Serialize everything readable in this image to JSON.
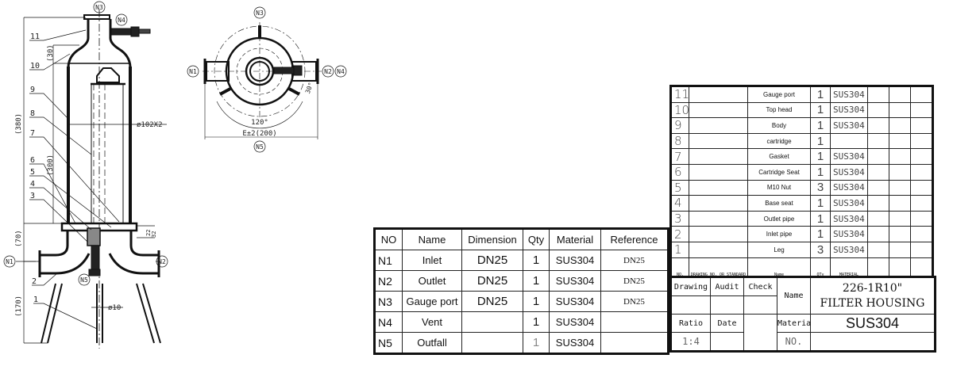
{
  "front_view": {
    "nozzle_labels": {
      "n1": "N1",
      "n2": "N2",
      "n3": "N3",
      "n4": "N4",
      "n5": "N5"
    },
    "part_callouts": [
      "1",
      "2",
      "3",
      "4",
      "5",
      "6",
      "7",
      "8",
      "9",
      "10",
      "11"
    ],
    "dimensions": {
      "overall": "(380)",
      "head": "(30)",
      "body": "(300)",
      "base": "(70)",
      "legs": "(170)",
      "shell": "ø102X2",
      "leg_dia": "ø10",
      "flange_a": "22",
      "flange_b": "32"
    }
  },
  "top_view": {
    "nozzle_labels": {
      "n1": "N1",
      "n2": "N2",
      "n3": "N3",
      "n4": "N4",
      "n5": "N5"
    },
    "angle": "120°",
    "angle_small": "30°",
    "width": "E±2(200)"
  },
  "nozzle_table": {
    "headers": [
      "NO",
      "Name",
      "Dimension",
      "Qty",
      "Material",
      "Reference"
    ],
    "rows": [
      {
        "no": "N1",
        "name": "Inlet",
        "dimension": "DN25",
        "qty": "1",
        "material": "SUS304",
        "reference": "DN25"
      },
      {
        "no": "N2",
        "name": "Outlet",
        "dimension": "DN25",
        "qty": "1",
        "material": "SUS304",
        "reference": "DN25"
      },
      {
        "no": "N3",
        "name": "Gauge port",
        "dimension": "DN25",
        "qty": "1",
        "material": "SUS304",
        "reference": "DN25"
      },
      {
        "no": "N4",
        "name": "Vent",
        "dimension": "",
        "qty": "1",
        "material": "SUS304",
        "reference": ""
      },
      {
        "no": "N5",
        "name": "Outfall",
        "dimension": "",
        "qty": "1",
        "material": "SUS304",
        "reference": ""
      }
    ]
  },
  "parts_list": {
    "rows": [
      {
        "no": "11",
        "name": "Gauge port",
        "qty": "1",
        "material": "SUS304"
      },
      {
        "no": "10",
        "name": "Top head",
        "qty": "1",
        "material": "SUS304"
      },
      {
        "no": "9",
        "name": "Body",
        "qty": "1",
        "material": "SUS304"
      },
      {
        "no": "8",
        "name": "cartridge",
        "qty": "1",
        "material": ""
      },
      {
        "no": "7",
        "name": "Gasket",
        "qty": "1",
        "material": "SUS304"
      },
      {
        "no": "6",
        "name": "Cartridge Seat",
        "qty": "1",
        "material": "SUS304"
      },
      {
        "no": "5",
        "name": "M10 Nut",
        "qty": "3",
        "material": "SUS304"
      },
      {
        "no": "4",
        "name": "Base seat",
        "qty": "1",
        "material": "SUS304"
      },
      {
        "no": "3",
        "name": "Outlet pipe",
        "qty": "1",
        "material": "SUS304"
      },
      {
        "no": "2",
        "name": "Inlet pipe",
        "qty": "1",
        "material": "SUS304"
      },
      {
        "no": "1",
        "name": "Leg",
        "qty": "3",
        "material": "SUS304"
      }
    ],
    "headers": {
      "no": "NO.",
      "drawing": "DRAWING NO. OR STANDARD",
      "name": "Name",
      "qty": "QTy",
      "material": "MATERIAL"
    }
  },
  "title_block": {
    "drawing": "Drawing",
    "audit": "Audit",
    "check": "Check",
    "name_label": "Name",
    "title_line1": "226-1R10\"",
    "title_line2": "FILTER HOUSING",
    "ratio_label": "Ratio",
    "date_label": "Date",
    "material_label": "Material",
    "material": "SUS304",
    "ratio": "1:4",
    "no_label": "NO."
  }
}
